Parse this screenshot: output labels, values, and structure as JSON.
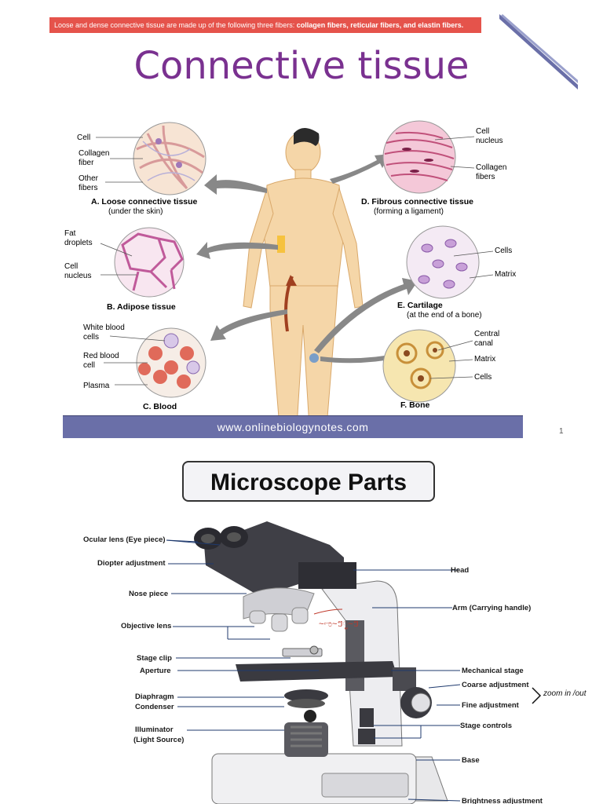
{
  "slide1": {
    "banner_text": "Loose and dense connective tissue are made up of the following three fibers:",
    "banner_bold": "collagen fibers, reticular fibers, and elastin fibers.",
    "title": "Connective tissue",
    "footer_url": "www.onlinebiologynotes.com",
    "page_number": "1",
    "tissues": {
      "a": {
        "label": "A. Loose connective tissue",
        "sub": "(under the skin)",
        "parts": [
          "Cell",
          "Collagen",
          "fiber",
          "Other",
          "fibers"
        ]
      },
      "b": {
        "label": "B. Adipose tissue",
        "parts": [
          "Fat",
          "droplets",
          "Cell",
          "nucleus"
        ]
      },
      "c": {
        "label": "C. Blood",
        "parts": [
          "White blood",
          "cells",
          "Red blood",
          "cell",
          "Plasma"
        ]
      },
      "d": {
        "label": "D. Fibrous connective tissue",
        "sub": "(forming a ligament)",
        "parts": [
          "Cell",
          "nucleus",
          "Collagen",
          "fibers"
        ]
      },
      "e": {
        "label": "E. Cartilage",
        "sub": "(at the end of a bone)",
        "parts": [
          "Cells",
          "Matrix"
        ]
      },
      "f": {
        "label": "F. Bone",
        "parts": [
          "Central",
          "canal",
          "Matrix",
          "Cells"
        ]
      }
    }
  },
  "slide2": {
    "title": "Microscope Parts",
    "left_labels": [
      "Ocular lens (Eye piece)",
      "Diopter adjustment",
      "Nose piece",
      "Objective lens",
      "Stage clip",
      "Aperture",
      "Diaphragm",
      "Condenser",
      "Illuminator",
      "(Light Source)"
    ],
    "right_labels": [
      "Head",
      "Arm (Carrying handle)",
      "Mechanical stage",
      "Coarse adjustment",
      "Fine adjustment",
      "Stage controls",
      "Base",
      "Brightness adjustment"
    ],
    "handwritten_note": "zoom in /out"
  }
}
